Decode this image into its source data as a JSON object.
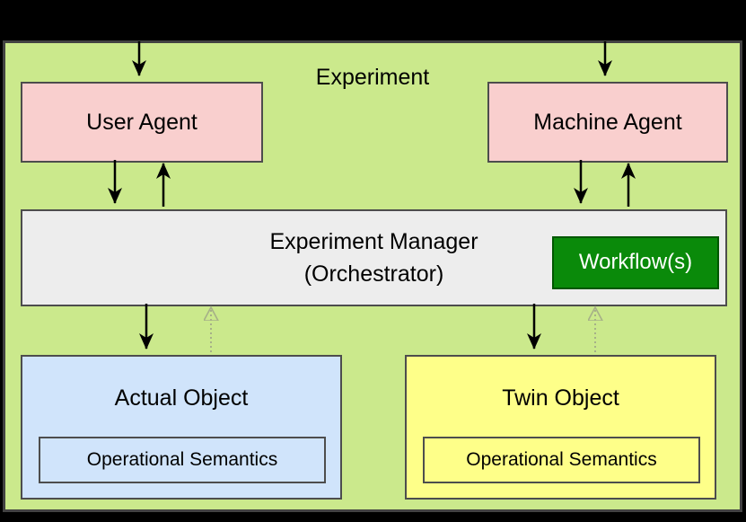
{
  "experiment": {
    "label": "Experiment"
  },
  "boxes": {
    "user_agent": {
      "label": "User Agent"
    },
    "machine_agent": {
      "label": "Machine Agent"
    },
    "manager": {
      "line1": "Experiment Manager",
      "line2": "(Orchestrator)"
    },
    "workflow": {
      "label": "Workflow(s)"
    },
    "actual_object": {
      "label": "Actual Object",
      "inner_label": "Operational Semantics"
    },
    "twin_object": {
      "label": "Twin Object",
      "inner_label": "Operational Semantics"
    }
  },
  "colors": {
    "canvas_background": "#000000",
    "container_fill": "#cbe98c",
    "container_border": "#424242",
    "agent_fill": "#f9cfce",
    "manager_fill": "#ededed",
    "workflow_fill": "#0a8a0a",
    "workflow_text": "#ffffff",
    "actual_object_fill": "#d0e4fb",
    "twin_object_fill": "#feff89",
    "box_border": "#4d4d4d",
    "solid_arrow": "#000000",
    "dotted_arrow": "#a6b088"
  },
  "arrows": [
    {
      "from": "outside-top",
      "to": "user-agent",
      "style": "solid"
    },
    {
      "from": "outside-top",
      "to": "machine-agent",
      "style": "solid"
    },
    {
      "from": "user-agent",
      "to": "manager",
      "style": "solid"
    },
    {
      "from": "manager",
      "to": "user-agent",
      "style": "solid"
    },
    {
      "from": "machine-agent",
      "to": "manager",
      "style": "solid"
    },
    {
      "from": "manager",
      "to": "machine-agent",
      "style": "solid"
    },
    {
      "from": "manager",
      "to": "actual-object",
      "style": "solid"
    },
    {
      "from": "actual-object",
      "to": "manager",
      "style": "dotted"
    },
    {
      "from": "manager",
      "to": "twin-object",
      "style": "solid"
    },
    {
      "from": "twin-object",
      "to": "manager",
      "style": "dotted"
    }
  ]
}
